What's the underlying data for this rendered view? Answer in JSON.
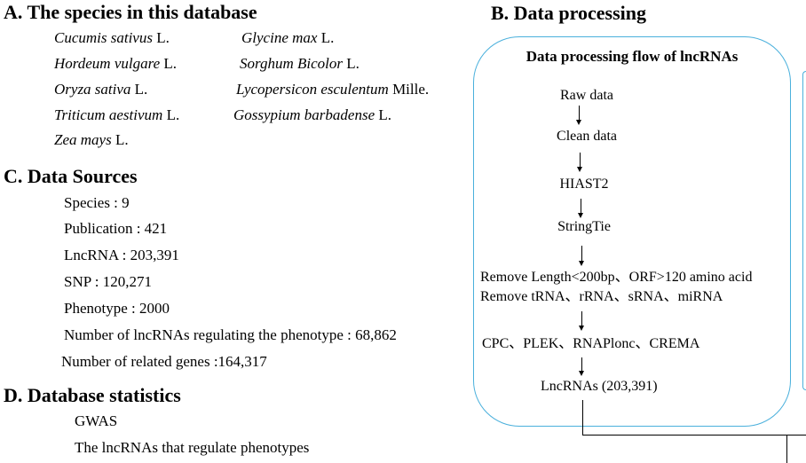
{
  "sectionA": {
    "title": "A. The species in this database",
    "species": [
      {
        "genus": "Cucumis sativus",
        "author": "L."
      },
      {
        "genus": "Glycine max",
        "author": "L."
      },
      {
        "genus": "Hordeum vulgare",
        "author": "L."
      },
      {
        "genus": "Sorghum Bicolor",
        "author": "L."
      },
      {
        "genus": "Oryza sativa",
        "author": "L."
      },
      {
        "genus": "Lycopersicon esculentum",
        "author": "Mille."
      },
      {
        "genus": "Triticum aestivum",
        "author": "L."
      },
      {
        "genus": "Gossypium barbadense",
        "author": "L."
      },
      {
        "genus": "Zea mays",
        "author": "L."
      }
    ]
  },
  "sectionB": {
    "title": "B. Data processing",
    "box_title": "Data processing flow of lncRNAs",
    "steps": [
      "Raw data",
      "Clean data",
      "HIAST2",
      "StringTie",
      "Remove Length<200bp、ORF>120 amino acid",
      "Remove tRNA、rRNA、sRNA、miRNA",
      "CPC、PLEK、RNAPlonc、CREMA",
      "LncRNAs (203,391)"
    ]
  },
  "sectionC": {
    "title": "C.  Data Sources",
    "items": [
      "Species : 9",
      "Publication : 421",
      "LncRNA : 203,391",
      "SNP : 120,271",
      "Phenotype : 2000",
      "Number of lncRNAs regulating the phenotype : 68,862",
      "Number of related genes :164,317"
    ]
  },
  "sectionD": {
    "title": "D.  Database statistics",
    "items": [
      "GWAS",
      "The lncRNAs that regulate phenotypes"
    ]
  },
  "colors": {
    "box_border": "#4ab0dc"
  }
}
